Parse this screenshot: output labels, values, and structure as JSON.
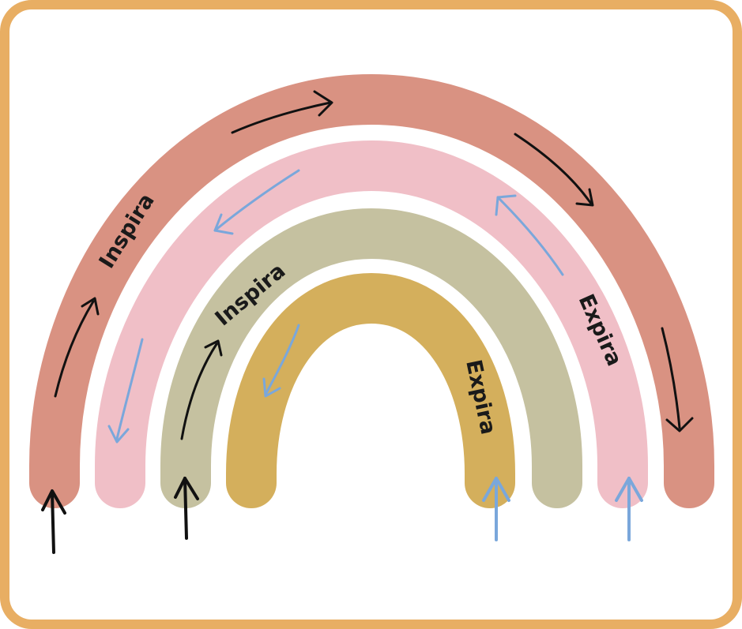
{
  "colors": {
    "frame": "#E8AE63",
    "background": "#FFFFFF",
    "band_outer": "#D99282",
    "band_second": "#F0BFC7",
    "band_third": "#C5C1A0",
    "band_inner": "#D4AF5C",
    "arrow_dark": "#111111",
    "arrow_blue": "#7AA7DB"
  },
  "labels": {
    "outer_inhale": "Inspira",
    "third_inhale": "Inspira",
    "second_exhale": "Expira",
    "inner_exhale": "Expira"
  },
  "icons": {
    "inhale_arrow": "black-arrow-icon",
    "exhale_arrow": "blue-arrow-icon"
  }
}
